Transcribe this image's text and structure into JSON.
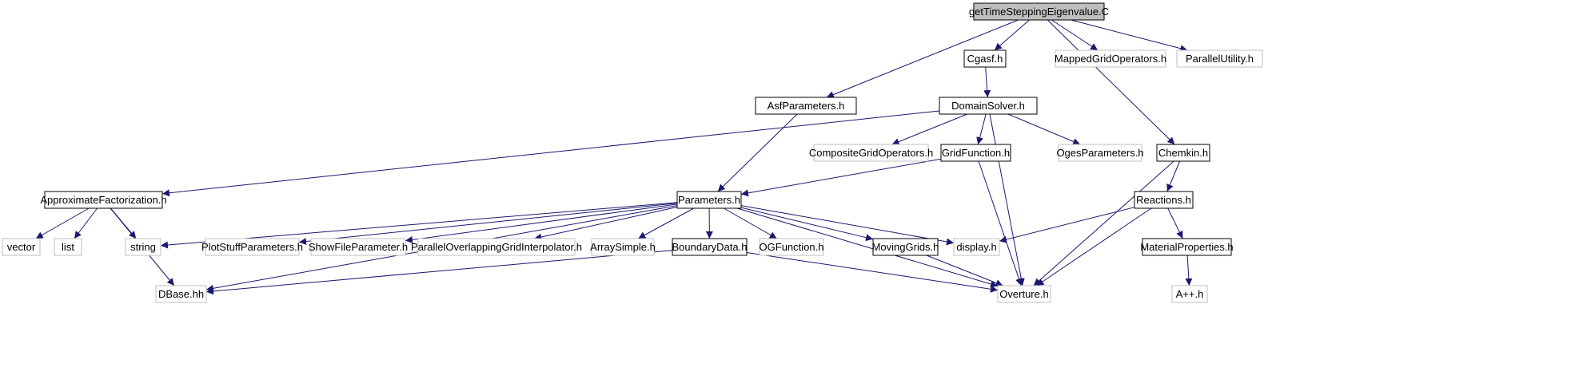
{
  "colors": {
    "edge": "#191970",
    "root_fill": "#bfbfbf",
    "box_border_dark": "#000000",
    "box_border_light": "#bfbfbf",
    "background": "#ffffff"
  },
  "nodes": {
    "root": {
      "label": "getTimeSteppingEigenvalue.C",
      "style": "root"
    },
    "cgasf": {
      "label": "Cgasf.h",
      "style": "dark"
    },
    "mgops": {
      "label": "MappedGridOperators.h",
      "style": "light"
    },
    "parutil": {
      "label": "ParallelUtility.h",
      "style": "light"
    },
    "asf": {
      "label": "AsfParameters.h",
      "style": "dark"
    },
    "domain": {
      "label": "DomainSolver.h",
      "style": "dark"
    },
    "cgo": {
      "label": "CompositeGridOperators.h",
      "style": "light"
    },
    "gridfn": {
      "label": "GridFunction.h",
      "style": "dark"
    },
    "oges": {
      "label": "OgesParameters.h",
      "style": "light"
    },
    "chemkin": {
      "label": "Chemkin.h",
      "style": "dark"
    },
    "approx": {
      "label": "ApproximateFactorization.h",
      "style": "dark"
    },
    "params": {
      "label": "Parameters.h",
      "style": "dark"
    },
    "reactions": {
      "label": "Reactions.h",
      "style": "dark"
    },
    "vector": {
      "label": "vector",
      "style": "light"
    },
    "list": {
      "label": "list",
      "style": "light"
    },
    "string": {
      "label": "string",
      "style": "light"
    },
    "plotstuff": {
      "label": "PlotStuffParameters.h",
      "style": "light"
    },
    "showfile": {
      "label": "ShowFileParameter.h",
      "style": "light"
    },
    "pogi": {
      "label": "ParallelOverlappingGridInterpolator.h",
      "style": "light"
    },
    "arraysimple": {
      "label": "ArraySimple.h",
      "style": "light"
    },
    "bdata": {
      "label": "BoundaryData.h",
      "style": "dark"
    },
    "ogfn": {
      "label": "OGFunction.h",
      "style": "light"
    },
    "moving": {
      "label": "MovingGrids.h",
      "style": "dark"
    },
    "display": {
      "label": "display.h",
      "style": "light"
    },
    "matprops": {
      "label": "MaterialProperties.h",
      "style": "dark"
    },
    "dbase": {
      "label": "DBase.hh",
      "style": "light"
    },
    "overture": {
      "label": "Overture.h",
      "style": "light"
    },
    "app": {
      "label": "A++.h",
      "style": "light"
    }
  },
  "edges": [
    [
      "root",
      "asf"
    ],
    [
      "root",
      "cgasf"
    ],
    [
      "root",
      "mgops"
    ],
    [
      "root",
      "parutil"
    ],
    [
      "root",
      "chemkin"
    ],
    [
      "cgasf",
      "domain"
    ],
    [
      "asf",
      "params"
    ],
    [
      "domain",
      "approx"
    ],
    [
      "domain",
      "cgo"
    ],
    [
      "domain",
      "gridfn"
    ],
    [
      "domain",
      "oges"
    ],
    [
      "domain",
      "overture"
    ],
    [
      "gridfn",
      "params"
    ],
    [
      "gridfn",
      "overture"
    ],
    [
      "chemkin",
      "reactions"
    ],
    [
      "chemkin",
      "overture"
    ],
    [
      "approx",
      "vector"
    ],
    [
      "approx",
      "list"
    ],
    [
      "approx",
      "string"
    ],
    [
      "approx",
      "dbase"
    ],
    [
      "params",
      "string"
    ],
    [
      "params",
      "plotstuff"
    ],
    [
      "params",
      "showfile"
    ],
    [
      "params",
      "pogi"
    ],
    [
      "params",
      "arraysimple"
    ],
    [
      "params",
      "bdata"
    ],
    [
      "params",
      "ogfn"
    ],
    [
      "params",
      "moving"
    ],
    [
      "params",
      "display"
    ],
    [
      "params",
      "dbase"
    ],
    [
      "params",
      "overture"
    ],
    [
      "reactions",
      "display"
    ],
    [
      "reactions",
      "matprops"
    ],
    [
      "reactions",
      "overture"
    ],
    [
      "bdata",
      "dbase"
    ],
    [
      "bdata",
      "overture"
    ],
    [
      "moving",
      "overture"
    ],
    [
      "matprops",
      "app"
    ]
  ]
}
